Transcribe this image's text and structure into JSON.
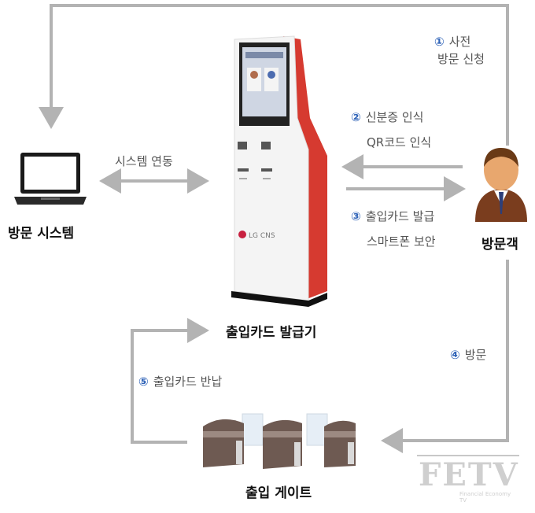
{
  "steps": {
    "s1": {
      "num": "①",
      "line1": "사전",
      "line2": "방문 신청"
    },
    "s2": {
      "num": "②",
      "line1": "신분증 인식",
      "line2": "QR코드 인식"
    },
    "s3": {
      "num": "③",
      "line1": "출입카드 발급",
      "line2": "스마트폰 보안"
    },
    "s4": {
      "num": "④",
      "line1": "방문"
    },
    "s5": {
      "num": "⑤",
      "line1": "출입카드 반납"
    }
  },
  "labels": {
    "system_link": "시스템 연동",
    "visit_system": "방문 시스템",
    "kiosk": "출입카드 발급기",
    "visitor": "방문객",
    "gate": "출입 게이트",
    "kiosk_brand": "LG CNS"
  },
  "watermark": {
    "text": "FETV",
    "sub": "Financial Economy TV"
  },
  "colors": {
    "arrow": "#b3b3b3",
    "step_number": "#2f63b8",
    "kiosk_red": "#d63a30"
  },
  "icons": [
    "laptop-icon",
    "visitor-icon",
    "kiosk-illustration",
    "gate-illustration"
  ]
}
